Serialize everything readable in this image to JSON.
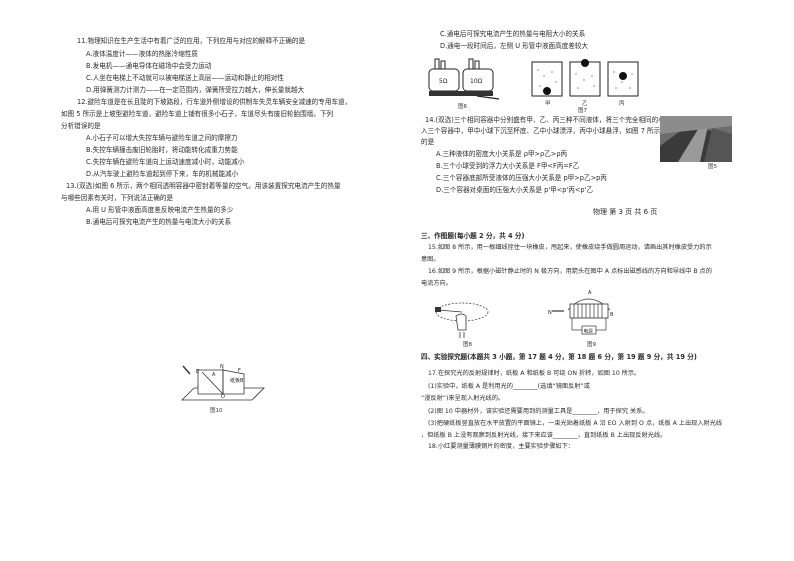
{
  "left": {
    "q11": {
      "stem": "11.物理知识在生产生活中有着广泛的应用，下列应用与对应的解释不正确的是",
      "options": [
        "A.液体温度计——液体的热胀冷缩性质",
        "B.发电机——通电导体在磁场中会受力运动",
        "C.人坐在电梯上不动就可以被电梯送上高层——运动和静止的相对性",
        "D.用弹簧测力计测力——在一定范围内，弹簧所受拉力越大，伸长量就越大"
      ]
    },
    "q12": {
      "stem_lines": [
        "12.避险车道是在长且陡的下坡路段，行车道外侧增设的供制车失灵车辆安全减速的专用车道，",
        "如图 5 所示是上坡型避险车道，避险车道上铺有很多小石子，车道尽头有废旧轮胎围墙。下列",
        "分析错误的是"
      ],
      "options": [
        "A.小石子可以增大失控车辆与避险车道之间的摩擦力",
        "B.失控车辆撞击废旧轮胎时，将动能转化成重力势能",
        "C.失控车辆在避险车道向上运动速度减小时，动能减小",
        "D.从汽车驶上避险车道起到停下来，车的机械能减小"
      ]
    },
    "q13": {
      "stem_lines": [
        "13.(双选)如图 6 所示，两个相同透明容器中密封着等量的空气。用该装置探究电流产生的热量",
        "与哪些因素有关时，下列说法正确的是"
      ],
      "options": [
        "A.用 U 形管中液面高度差反映电流产生热量的多少",
        "B.通电后可探究电流产生的热量与电流大小的关系"
      ]
    },
    "fig10_label": "图10",
    "fig10_marks": [
      "E",
      "A",
      "O",
      "纸板B",
      "N",
      "F"
    ]
  },
  "right": {
    "q13_cont": [
      "C.通电后可探究电流产生的热量与电阻大小的关系",
      "D.通电一段时间后，左侧 U 形管中液面高度差较大"
    ],
    "fig6": {
      "label": "图6",
      "r1": "5Ω",
      "r2": "10Ω"
    },
    "fig7": {
      "labels": [
        "甲",
        "乙",
        "丙"
      ],
      "caption": "图7"
    },
    "q14": {
      "stem_lines": [
        "14.(双选)三个相同容器中分别盛有甲、乙、丙三种不同液体，将三个完全相同的小球，分别放",
        "入三个容器中，甲中小球下沉至杯底、乙中小球漂浮，丙中小球悬浮，如图 7 所示。下列判断正确",
        "的是"
      ],
      "options": [
        "A.三种液体的密度大小关系是 ρ甲>ρ乙>ρ丙",
        "B.三个小球受到的浮力大小关系是 F甲<F丙=F乙",
        "C.三个容器底部所受液体的压强大小关系是 p甲>p乙>p丙",
        "D.三个容器对桌面的压强大小关系是 p'甲<p'丙<p'乙"
      ]
    },
    "fig5_label": "图5",
    "page_footer": "物理 第 3 页 共 6 页",
    "section3": "三、作图题(每小题 2 分，共 4 分)",
    "q15": [
      "15.如图 8 所示，用一根细线拴住一块橡皮，甩起来，使橡皮绕手做圆周运动，请画出其时橡皮受力的示",
      "意图。"
    ],
    "q16": [
      "16.如图 9 所示，根据小磁针静止时的 N 极方向，用箭头在图中 A 点标出磁感线的方向和导线中 B 点的",
      "电流方向。"
    ],
    "fig8_label": "图8",
    "fig9": {
      "label": "图9",
      "n": "N",
      "a": "A",
      "b": "B",
      "power": "电源"
    },
    "section4": "四、实验探究题(本题共 3 小题，第 17 题 4 分，第 18 题 6 分，第 19 题 9 分，共 19 分)",
    "q17": {
      "stem": "17.在探究光的反射规律时，纸板 A 和纸板 B 可绕 ON 折转，如图 10 所示。",
      "s1a": "(1)实验中，纸板 A 是利用光的________(选填“镜面反射”或",
      "s1b": "“漫反射”)来呈现入射光线的。",
      "s2": "(2)图 10 中器材外，该实验还需要用到的测量工具是________，用于探究    关系。",
      "s3a": "(3)把硬纸板竖直放在水平放置的平面镜上，一束光贴着纸板 A 沿 EO 入射到 O 点，纸板 A 上出现入射光线",
      "s3b": "，但纸板 B 上没有观察到反射光线，接下来应该________，直到纸板 B 上出现反射光线。"
    },
    "q18": "18.小红要测量薄膜钢片的密度，主要实验步骤如下："
  }
}
